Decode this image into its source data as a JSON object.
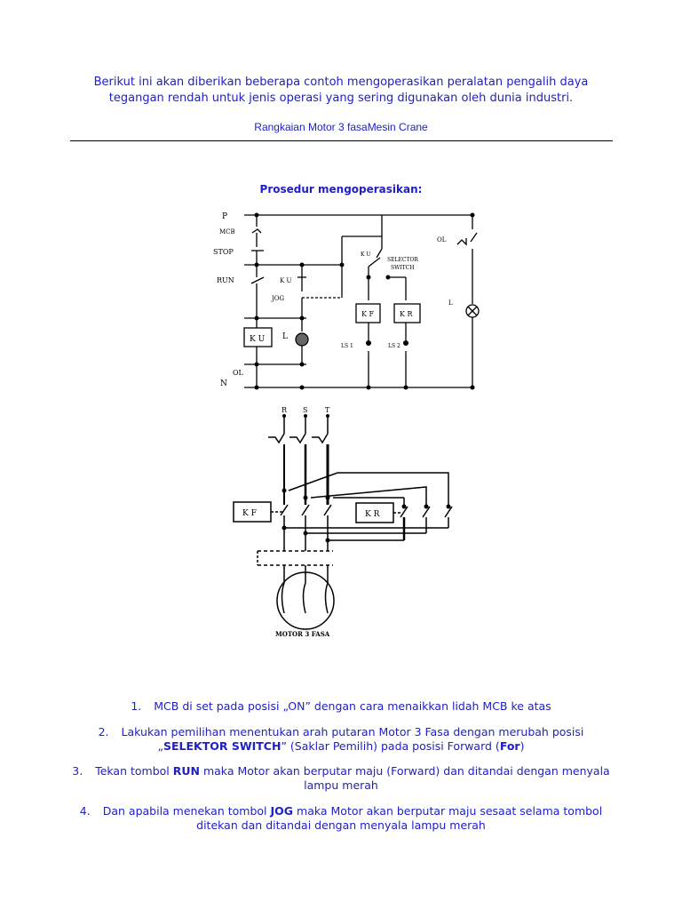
{
  "intro": {
    "line1": "Berikut ini akan diberikan beberapa contoh mengoperasikan peralatan pengalih daya",
    "line2": "tegangan rendah untuk jenis operasi yang sering digunakan oleh dunia industri."
  },
  "subtitle": "Rangkaian Motor 3 fasaMesin Crane",
  "heading": "Prosedur mengoperasikan:",
  "control_diagram": {
    "labels": {
      "p": "P",
      "mcb": "MCB",
      "stop": "STOP",
      "run": "RUN",
      "jog": "JOG",
      "ku_contact": "K U",
      "ku_coil": "K U",
      "lamp_l": "L",
      "ol_bottom": "OL",
      "n": "N",
      "ku_top": "K U",
      "selector_line1": "SELECTOR",
      "selector_line2": "SWITCH",
      "kf": "K F",
      "kr": "K R",
      "ls1": "LS 1",
      "ls2": "LS 2",
      "ol_right": "OL",
      "l_right": "L"
    }
  },
  "power_diagram": {
    "labels": {
      "r": "R",
      "s": "S",
      "t": "T",
      "kf": "K F",
      "kr": "K R",
      "motor": "MOTOR 3 FASA"
    }
  },
  "steps": [
    {
      "num": "1.",
      "parts": [
        {
          "text": "MCB di set pada posisi „ON” dengan cara menaikkan lidah MCB ke atas",
          "bold": false
        }
      ]
    },
    {
      "num": "2.",
      "parts": [
        {
          "text": "Lakukan pemilihan menentukan arah putaran Motor 3 Fasa dengan merubah posisi „",
          "bold": false
        },
        {
          "text": "SELEKTOR SWITCH",
          "bold": true
        },
        {
          "text": "” (Saklar Pemilih) pada posisi Forward (",
          "bold": false
        },
        {
          "text": "For",
          "bold": true
        },
        {
          "text": ")",
          "bold": false
        }
      ]
    },
    {
      "num": "3.",
      "parts": [
        {
          "text": "Tekan tombol ",
          "bold": false
        },
        {
          "text": "RUN",
          "bold": true
        },
        {
          "text": " maka Motor akan berputar maju (Forward) dan ditandai dengan menyala lampu merah",
          "bold": false
        }
      ]
    },
    {
      "num": "4.",
      "parts": [
        {
          "text": "Dan apabila menekan tombol ",
          "bold": false
        },
        {
          "text": "JOG",
          "bold": true
        },
        {
          "text": " maka Motor akan berputar maju sesaat selama tombol ditekan dan ditandai dengan menyala lampu merah",
          "bold": false
        }
      ]
    }
  ]
}
